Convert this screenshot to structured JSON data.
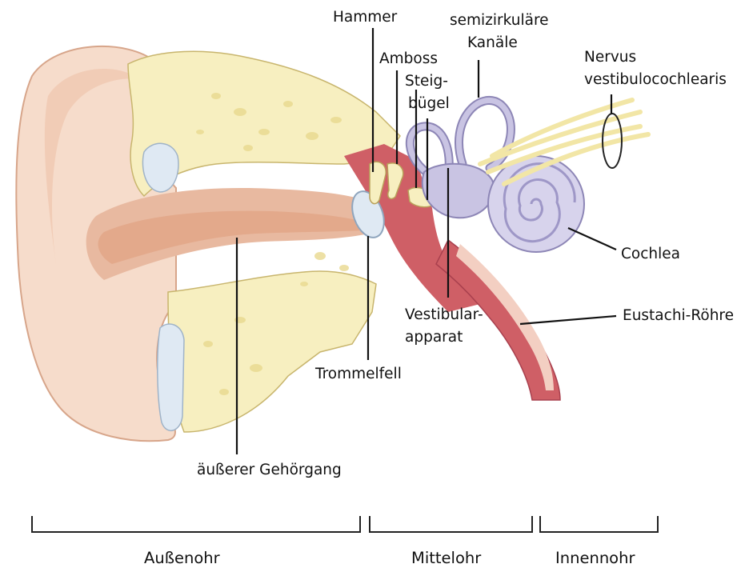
{
  "labels": {
    "hammer": "Hammer",
    "semicircular_1": "semizirkuläre",
    "semicircular_2": "Kanäle",
    "amboss": "Amboss",
    "steig_1": "Steig-",
    "steig_2": "bügel",
    "nerve_1": "Nervus",
    "nerve_2": "vestibulocochlearis",
    "cochlea": "Cochlea",
    "vestibular_1": "Vestibular-",
    "vestibular_2": "apparat",
    "eustachi": "Eustachi-Röhre",
    "trommelfell": "Trommelfell",
    "gehoergang": "äußerer Gehörgang"
  },
  "sections": {
    "outer": "Außenohr",
    "middle": "Mittelohr",
    "inner": "Innennohr"
  },
  "colors": {
    "skin": "#f6dccb",
    "skin_dark": "#e8b9a0",
    "canal": "#e3a98b",
    "bone": "#f7efc0",
    "bone_light": "#fbf6d8",
    "tube": "#cf5f66",
    "tube_dark": "#a9404e",
    "inner_ear": "#c9c4e3",
    "inner_ear_edge": "#8d86b6",
    "membrane": "#dfe9f3"
  }
}
